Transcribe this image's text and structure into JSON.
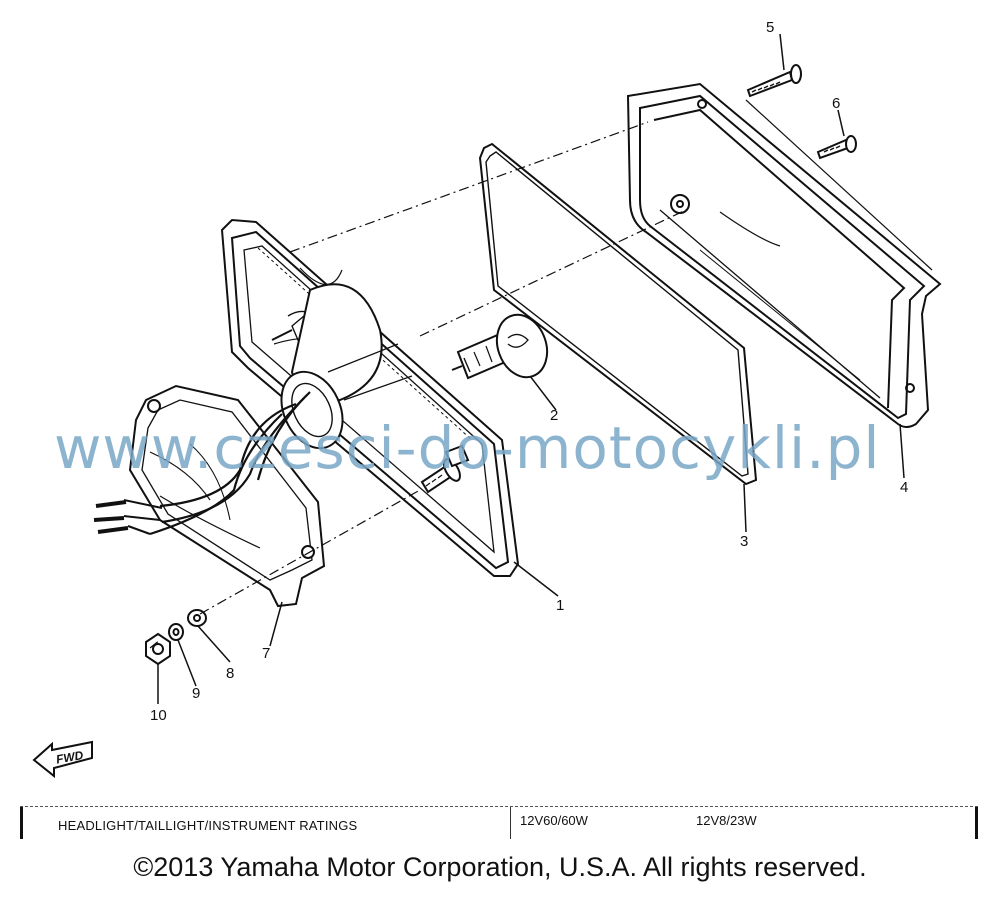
{
  "diagram": {
    "callouts": [
      "1",
      "2",
      "3",
      "4",
      "5",
      "6",
      "7",
      "8",
      "9",
      "10"
    ],
    "fwd_label": "FWD",
    "watermark": "www.czesci-do-motocykli.pl"
  },
  "ratings": {
    "label": "HEADLIGHT/TAILLIGHT/INSTRUMENT RATINGS",
    "value_1": "12V60/60W",
    "value_2": "12V8/23W"
  },
  "copyright": "©2013 Yamaha Motor Corporation, U.S.A. All rights reserved."
}
